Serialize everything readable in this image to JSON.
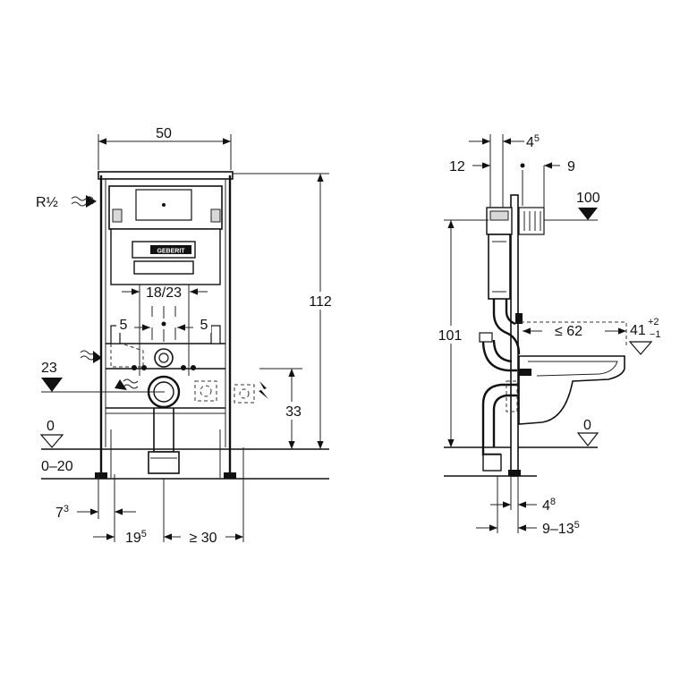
{
  "front_view": {
    "width_label": "50",
    "pipe_thread_label": "R½",
    "height_label": "112",
    "outlet_spacing_label": "18/23",
    "left_offset_label": "5",
    "right_offset_label": "5",
    "water_connection_level_label": "23",
    "zero_level_label": "0",
    "floor_range_label": "0–20",
    "electric_height_label": "33",
    "left_bottom_label_base": "7",
    "left_bottom_label_sup": "3",
    "center_bottom_label_base": "19",
    "center_bottom_label_sup": "5",
    "right_bottom_label": "≥ 30",
    "brand_badge": "GEBERIT"
  },
  "side_view": {
    "top_depth_label_base": "4",
    "top_depth_label_sup": "5",
    "left_depth_label": "12",
    "right_depth_label": "9",
    "top_level_label": "100",
    "height_label": "101",
    "bowl_length_label": "≤ 62",
    "seat_height_base": "41",
    "seat_height_plus": "+2",
    "seat_height_minus": "−1",
    "zero_level_label": "0",
    "bottom_depth_label_base": "4",
    "bottom_depth_label_sup": "8",
    "bottom_range_label_base": "9–13",
    "bottom_range_label_sup": "5"
  }
}
